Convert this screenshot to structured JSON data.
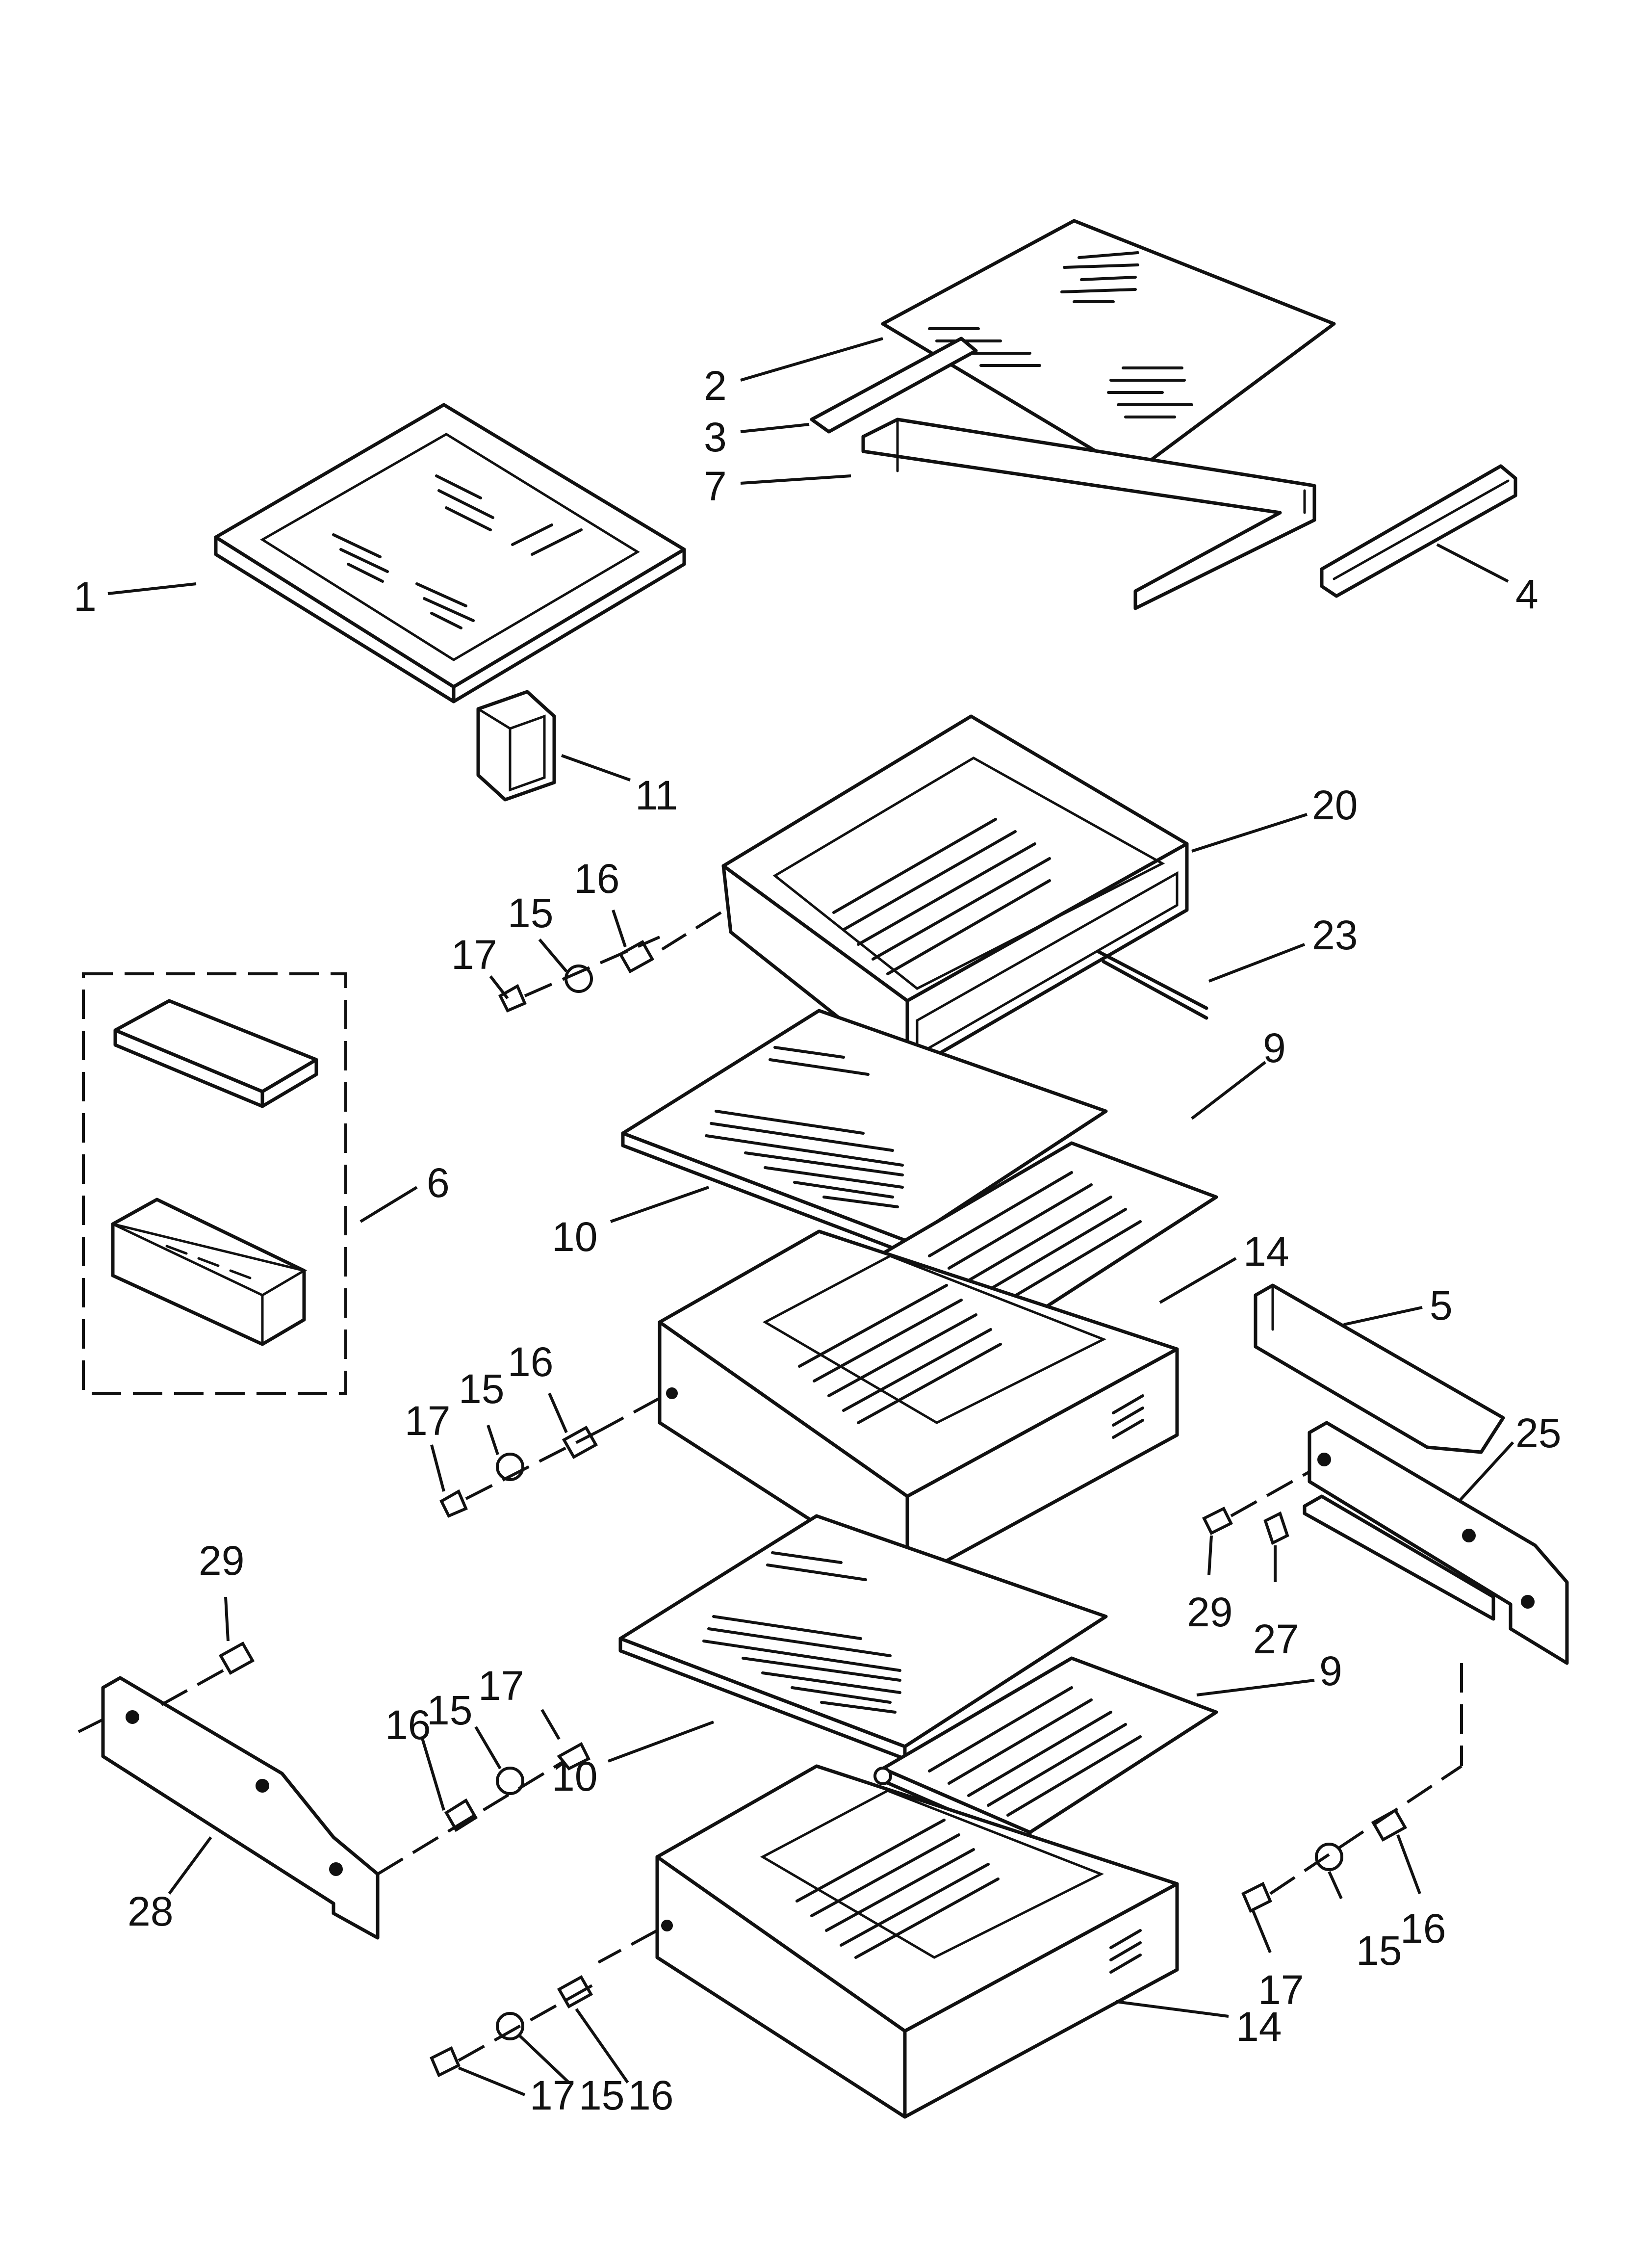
{
  "callouts": [
    {
      "id": "c1",
      "text": "1"
    },
    {
      "id": "c2",
      "text": "2"
    },
    {
      "id": "c3",
      "text": "3"
    },
    {
      "id": "c7",
      "text": "7"
    },
    {
      "id": "c4",
      "text": "4"
    },
    {
      "id": "c11",
      "text": "11"
    },
    {
      "id": "c20",
      "text": "20"
    },
    {
      "id": "c23",
      "text": "23"
    },
    {
      "id": "c16a",
      "text": "16"
    },
    {
      "id": "c15a",
      "text": "15"
    },
    {
      "id": "c17a",
      "text": "17"
    },
    {
      "id": "c9a",
      "text": "9"
    },
    {
      "id": "c6",
      "text": "6"
    },
    {
      "id": "c10a",
      "text": "10"
    },
    {
      "id": "c14a",
      "text": "14"
    },
    {
      "id": "c5",
      "text": "5"
    },
    {
      "id": "c16b",
      "text": "16"
    },
    {
      "id": "c15b",
      "text": "15"
    },
    {
      "id": "c17b",
      "text": "17"
    },
    {
      "id": "c25",
      "text": "25"
    },
    {
      "id": "c29a",
      "text": "29"
    },
    {
      "id": "c29b",
      "text": "29"
    },
    {
      "id": "c27",
      "text": "27"
    },
    {
      "id": "c17c",
      "text": "17"
    },
    {
      "id": "c9b",
      "text": "9"
    },
    {
      "id": "c16c",
      "text": "16"
    },
    {
      "id": "c15c",
      "text": "15"
    },
    {
      "id": "c10b",
      "text": "10"
    },
    {
      "id": "c28",
      "text": "28"
    },
    {
      "id": "c16d",
      "text": "16"
    },
    {
      "id": "c15d",
      "text": "15"
    },
    {
      "id": "c17d",
      "text": "17"
    },
    {
      "id": "c14b",
      "text": "14"
    },
    {
      "id": "c17e",
      "text": "17"
    },
    {
      "id": "c15e",
      "text": "15"
    },
    {
      "id": "c16e",
      "text": "16"
    }
  ]
}
